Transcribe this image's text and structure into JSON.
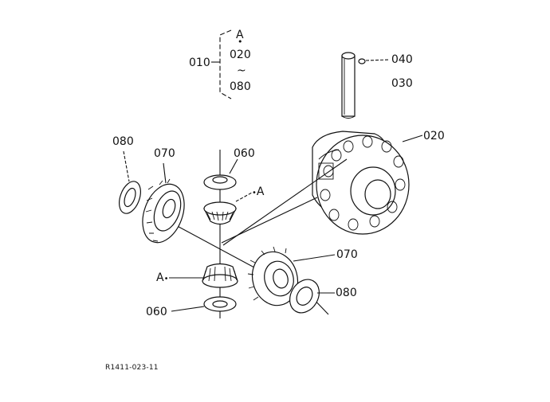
{
  "callouts": {
    "assembly_010": "010",
    "range_start_letter": "A",
    "range_dot": "•",
    "range_from": "020",
    "range_tilde": "~",
    "range_to": "080",
    "pin_040": "040",
    "shaft_030": "030",
    "case_020": "020",
    "washer_080_left": "080",
    "gear_070_left": "070",
    "washer_060_top": "060",
    "pinion_ref_top": "A",
    "gear_070_right": "070",
    "pinion_ref_bottom": "A",
    "washer_080_right": "080",
    "washer_060_bottom": "060"
  },
  "figure_code": "R1411-023-11"
}
